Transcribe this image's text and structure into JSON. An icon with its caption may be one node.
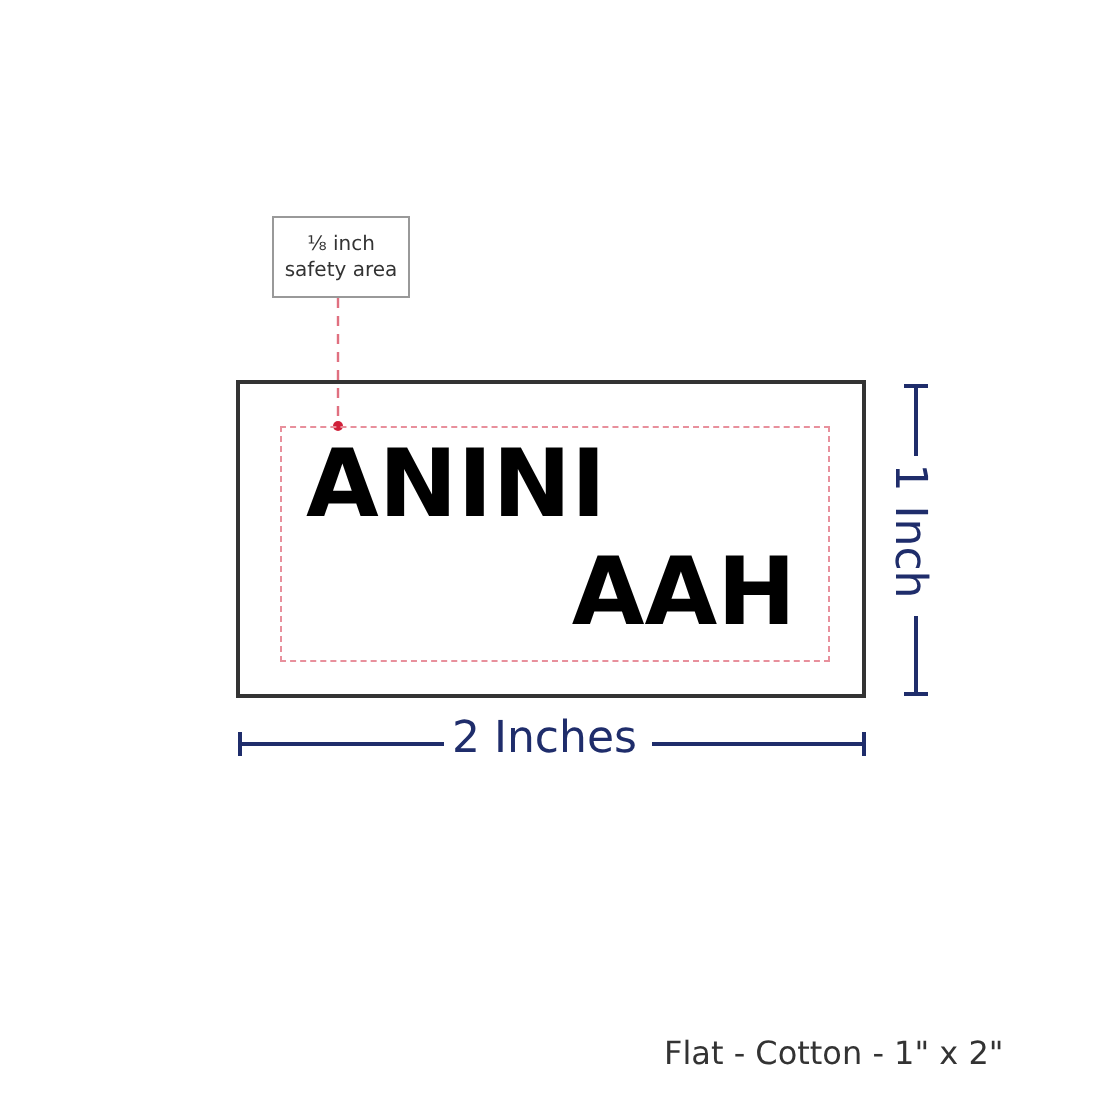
{
  "diagram": {
    "nodes": [
      {
        "text": [
          "⅛ inch safety area"
        ]
      },
      {
        "text": [],
        "shape": "box"
      },
      {
        "text": [
          "ANINI AAH"
        ],
        "in": 1
      }
    ],
    "edges": [
      {
        "from": 0,
        "to": 2,
        "arrow": "other",
        "style": "dashed",
        "color": "#e07080"
      }
    ],
    "labels": [
      "2 Inches",
      "1 Inch",
      "Flat - Cotton - 1\" x 2\""
    ]
  }
}
